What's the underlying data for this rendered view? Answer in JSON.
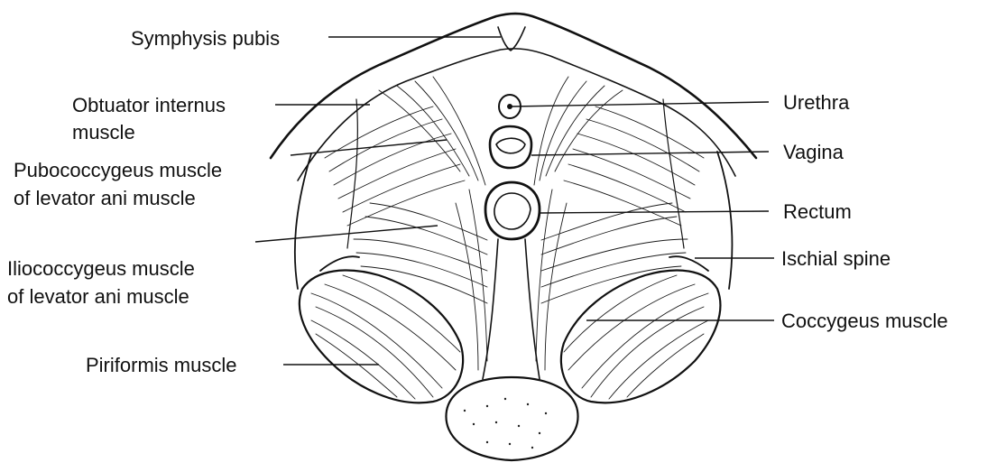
{
  "labels": {
    "symphysis_pubis": "Symphysis pubis",
    "obturator_line1": "Obtuator internus",
    "obturator_line2": "muscle",
    "pubococcygeus_line1": "Pubococcygeus muscle",
    "pubococcygeus_line2": "of levator ani muscle",
    "iliococcygeus_line1": "Iliococcygeus muscle",
    "iliococcygeus_line2": "of levator ani muscle",
    "piriformis": "Piriformis muscle",
    "urethra": "Urethra",
    "vagina": "Vagina",
    "rectum": "Rectum",
    "ischial_spine": "Ischial spine",
    "coccygeus": "Coccygeus muscle"
  },
  "colors": {
    "ink": "#111111",
    "background": "#ffffff"
  }
}
